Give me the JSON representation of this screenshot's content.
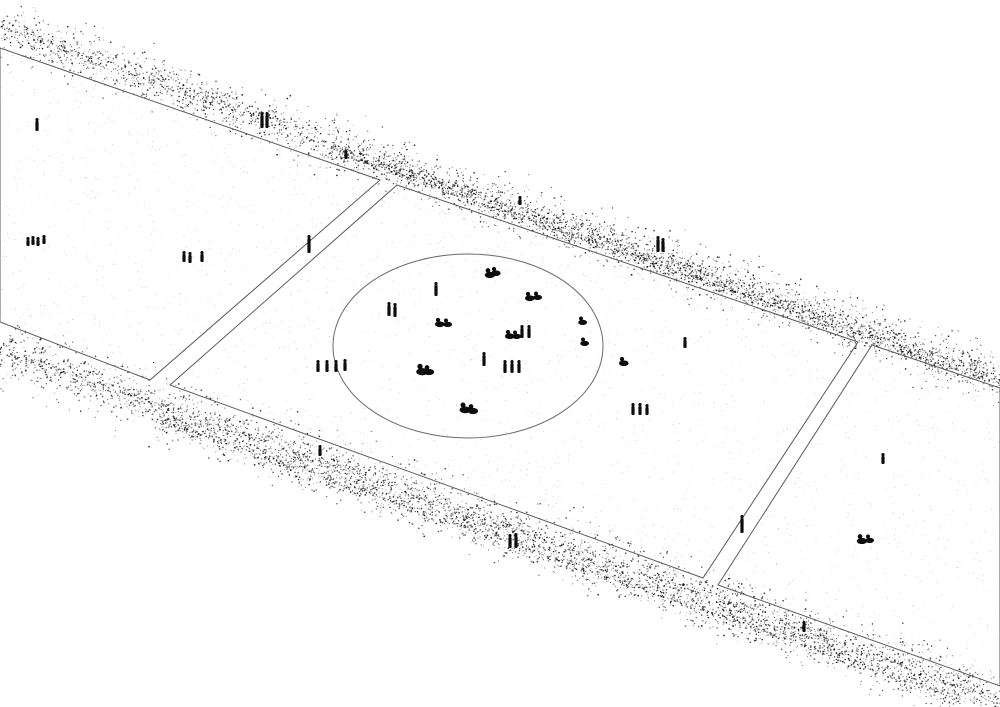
{
  "drawing": {
    "style": "axonometric stipple plan",
    "colors": {
      "background": "#ffffff",
      "ink": "#0d0d0d",
      "line": "#5a5a5a",
      "ground": "#f4f4f4"
    },
    "elements": [
      "left-plaza",
      "central-plaza",
      "right-plaza",
      "central-circle",
      "stipple-vegetation",
      "people-silhouettes"
    ]
  }
}
